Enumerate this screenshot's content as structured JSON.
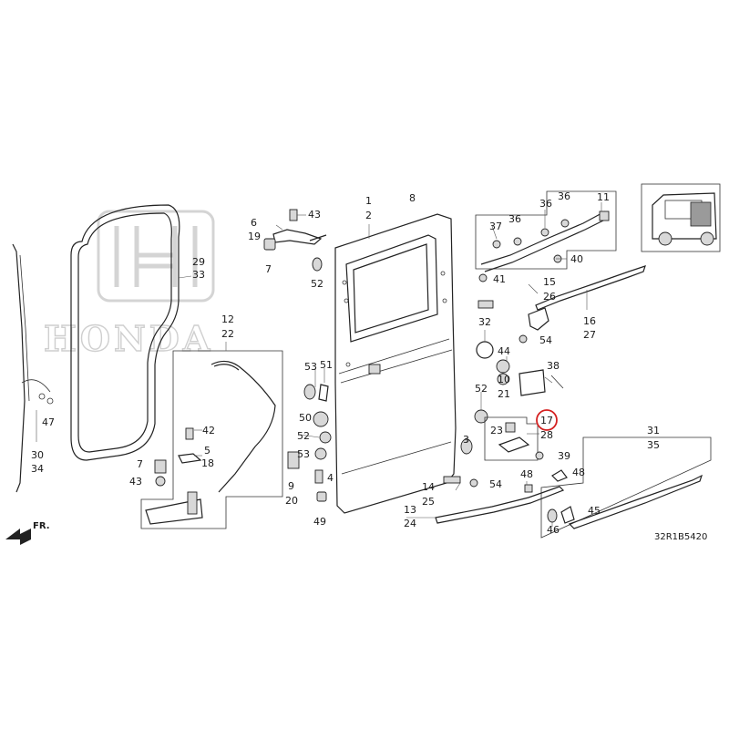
{
  "diagram_code": "32R1B5420",
  "front_indicator": "FR.",
  "watermark_text": "HONDA",
  "highlight_color": "#d42020",
  "highlighted_part": "17",
  "callouts": [
    [
      "1",
      "2"
    ],
    [
      "8"
    ],
    [
      "6",
      "19"
    ],
    [
      "43"
    ],
    [
      "7"
    ],
    [
      "52"
    ],
    [
      "29",
      "33"
    ],
    [
      "12",
      "22"
    ],
    [
      "47"
    ],
    [
      "30",
      "34"
    ],
    [
      "42"
    ],
    [
      "5",
      "18"
    ],
    [
      "7"
    ],
    [
      "43"
    ],
    [
      "53"
    ],
    [
      "51"
    ],
    [
      "50"
    ],
    [
      "52"
    ],
    [
      "53"
    ],
    [
      "9",
      "20"
    ],
    [
      "4"
    ],
    [
      "49"
    ],
    [
      "37"
    ],
    [
      "36"
    ],
    [
      "36"
    ],
    [
      "36"
    ],
    [
      "11"
    ],
    [
      "40"
    ],
    [
      "41"
    ],
    [
      "15",
      "26"
    ],
    [
      "16",
      "27"
    ],
    [
      "32"
    ],
    [
      "54"
    ],
    [
      "44"
    ],
    [
      "38"
    ],
    [
      "10",
      "21"
    ],
    [
      "52"
    ],
    [
      "23"
    ],
    [
      "17",
      "28"
    ],
    [
      "39"
    ],
    [
      "3"
    ],
    [
      "54"
    ],
    [
      "14",
      "25"
    ],
    [
      "13",
      "24"
    ],
    [
      "48"
    ],
    [
      "48"
    ],
    [
      "45"
    ],
    [
      "46"
    ],
    [
      "31",
      "35"
    ]
  ]
}
